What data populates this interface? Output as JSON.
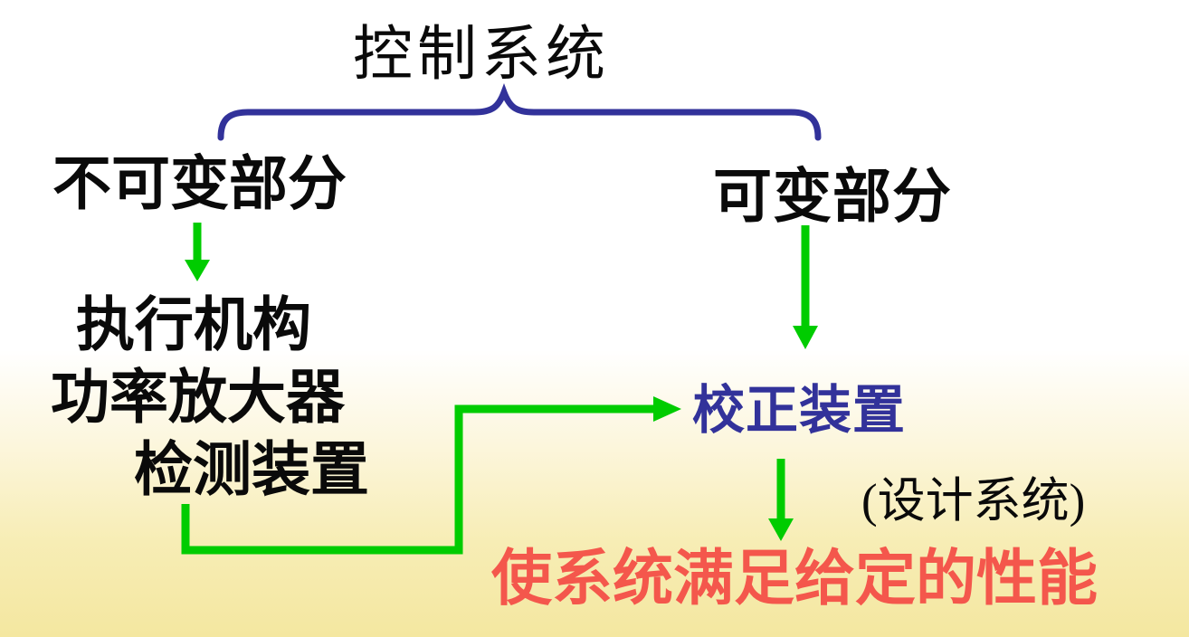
{
  "palette": {
    "ink": "#0a0a0a",
    "blue": "#32329A",
    "green": "#00CC00",
    "red": "#F4574C",
    "bg_top": "#FFFFFF",
    "bg_bottom": "#F4E7A0"
  },
  "diagram": {
    "title": "控制系统",
    "fixed_part": {
      "label": "不可变部分",
      "components": [
        "执行机构",
        "功率放大器",
        "检测装置"
      ]
    },
    "variable_part": {
      "label": "可变部分",
      "device": "校正装置",
      "note": "(设计系统)"
    },
    "goal": "使系统满足给定的性能"
  }
}
